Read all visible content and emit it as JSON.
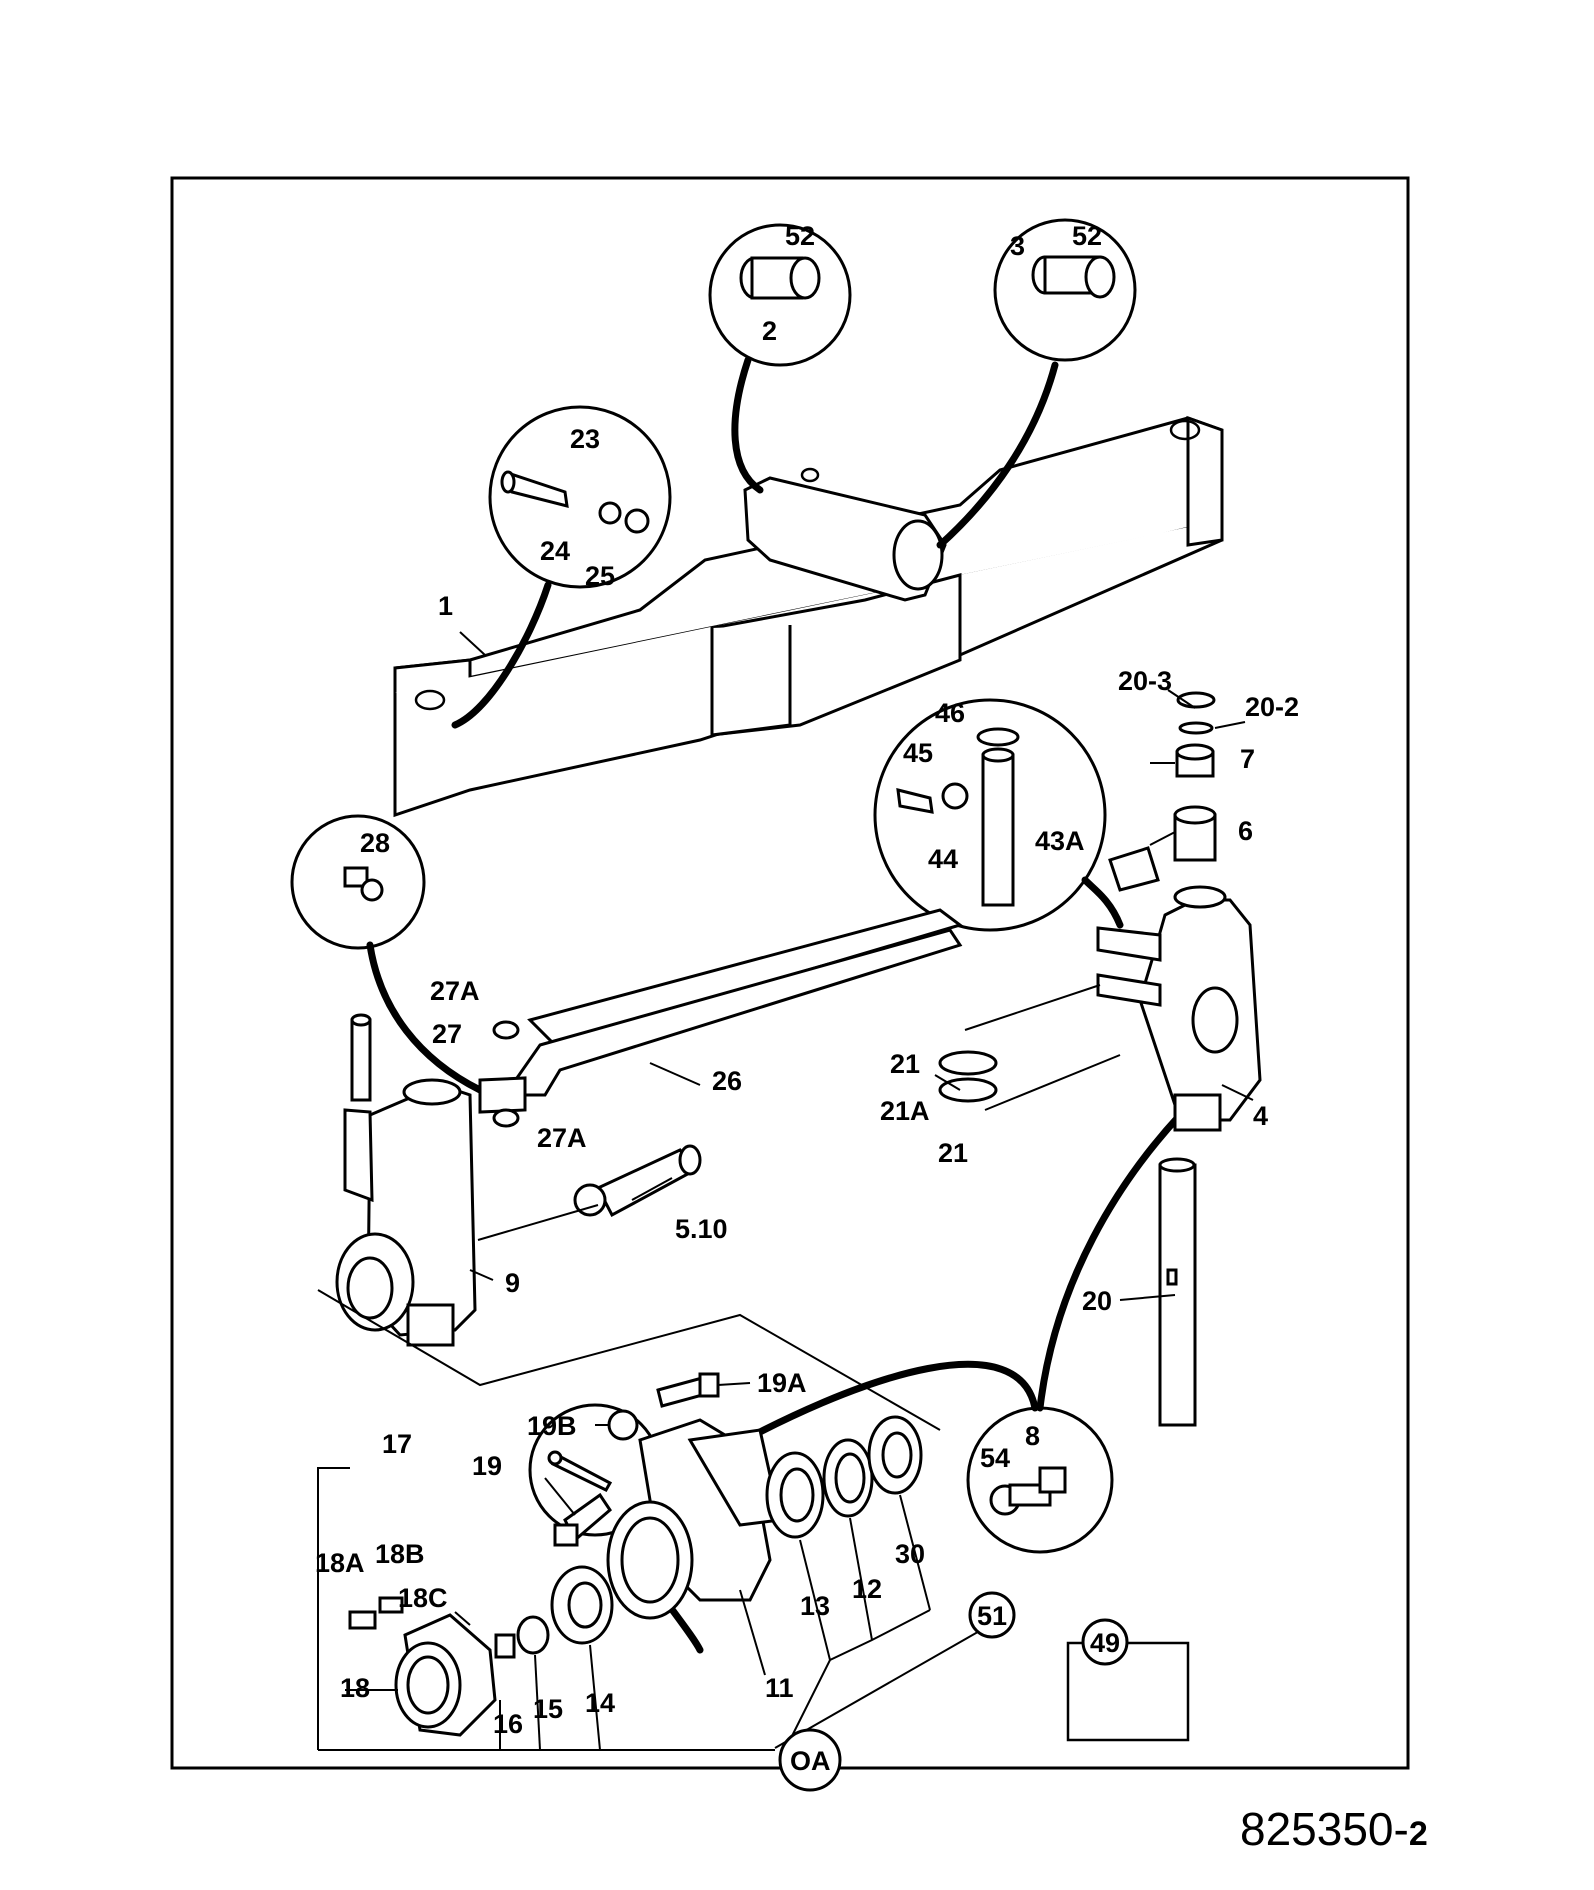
{
  "figure_number": "825350-",
  "figure_suffix": "2",
  "callouts": {
    "c1": "1",
    "c2": "2",
    "c3": "3",
    "c4": "4",
    "c5_10": "5.10",
    "c6": "6",
    "c7": "7",
    "c8": "8",
    "c9": "9",
    "c11": "11",
    "c12": "12",
    "c13": "13",
    "c14": "14",
    "c15": "15",
    "c16": "16",
    "c17": "17",
    "c18": "18",
    "c18A": "18A",
    "c18B": "18B",
    "c18C": "18C",
    "c19": "19",
    "c19A": "19A",
    "c19B": "19B",
    "c20": "20",
    "c20_2": "20-2",
    "c20_3": "20-3",
    "c21a": "21",
    "c21b": "21",
    "c21A": "21A",
    "c23": "23",
    "c24": "24",
    "c25": "25",
    "c26": "26",
    "c27": "27",
    "c27A_top": "27A",
    "c27A_bottom": "27A",
    "c28": "28",
    "c30": "30",
    "c43A": "43A",
    "c44": "44",
    "c45": "45",
    "c46": "46",
    "c49": "49",
    "c51": "51",
    "c52a": "52",
    "c52b": "52",
    "c54": "54",
    "cOA": "OA"
  }
}
